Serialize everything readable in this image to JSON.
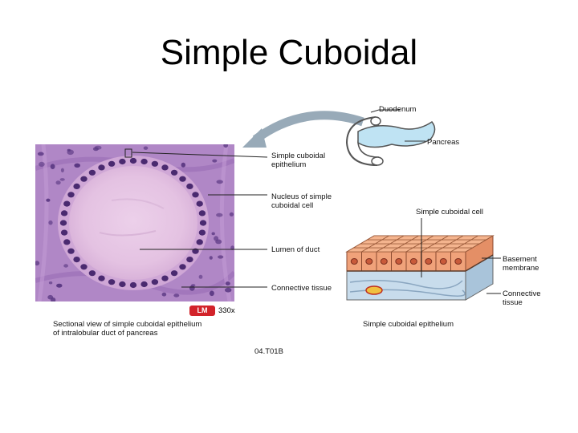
{
  "slide": {
    "title": "Simple Cuboidal"
  },
  "labels": {
    "duodenum": "Duodenum",
    "pancreas": "Pancreas",
    "simple_cuboidal_epithelium": "Simple cuboidal\nepithelium",
    "nucleus": "Nucleus of simple\ncuboidal cell",
    "lumen": "Lumen of duct",
    "connective_tissue_left": "Connective tissue",
    "simple_cuboidal_cell": "Simple cuboidal cell",
    "basement_membrane": "Basement\nmembrane",
    "connective_tissue_right": "Connective\ntissue",
    "micro_caption": "Sectional view of simple cuboidal epithelium\nof intralobular duct of pancreas",
    "diagram_caption": "Simple cuboidal epithelium",
    "figure_id": "04.T01B",
    "lm_badge": "LM",
    "magnification": "330x"
  },
  "colors": {
    "tissue_background": "#b48ac8",
    "lumen": "#e7c8e6",
    "nuclei": "#4a2a70",
    "cell_tops": "#f0a27a",
    "connective": "#b9d3e8",
    "pancreas": "#bfe3f3",
    "arrow": "#98aab8"
  }
}
